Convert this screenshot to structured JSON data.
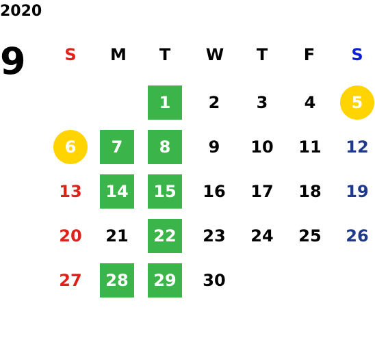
{
  "calendar": {
    "year": "2020",
    "month": "9",
    "weekdays": [
      "S",
      "M",
      "T",
      "W",
      "T",
      "F",
      "S"
    ],
    "days": [
      {
        "day": "1",
        "col": 2,
        "row": 0,
        "style": "green"
      },
      {
        "day": "2",
        "col": 3,
        "row": 0,
        "style": "normal"
      },
      {
        "day": "3",
        "col": 4,
        "row": 0,
        "style": "normal"
      },
      {
        "day": "4",
        "col": 5,
        "row": 0,
        "style": "normal"
      },
      {
        "day": "5",
        "col": 6,
        "row": 0,
        "style": "yellow"
      },
      {
        "day": "6",
        "col": 0,
        "row": 1,
        "style": "yellow"
      },
      {
        "day": "7",
        "col": 1,
        "row": 1,
        "style": "green"
      },
      {
        "day": "8",
        "col": 2,
        "row": 1,
        "style": "green"
      },
      {
        "day": "9",
        "col": 3,
        "row": 1,
        "style": "normal"
      },
      {
        "day": "10",
        "col": 4,
        "row": 1,
        "style": "normal"
      },
      {
        "day": "11",
        "col": 5,
        "row": 1,
        "style": "normal"
      },
      {
        "day": "12",
        "col": 6,
        "row": 1,
        "style": "blue"
      },
      {
        "day": "13",
        "col": 0,
        "row": 2,
        "style": "red"
      },
      {
        "day": "14",
        "col": 1,
        "row": 2,
        "style": "green"
      },
      {
        "day": "15",
        "col": 2,
        "row": 2,
        "style": "green"
      },
      {
        "day": "16",
        "col": 3,
        "row": 2,
        "style": "normal"
      },
      {
        "day": "17",
        "col": 4,
        "row": 2,
        "style": "normal"
      },
      {
        "day": "18",
        "col": 5,
        "row": 2,
        "style": "normal"
      },
      {
        "day": "19",
        "col": 6,
        "row": 2,
        "style": "blue"
      },
      {
        "day": "20",
        "col": 0,
        "row": 3,
        "style": "red"
      },
      {
        "day": "21",
        "col": 1,
        "row": 3,
        "style": "normal"
      },
      {
        "day": "22",
        "col": 2,
        "row": 3,
        "style": "green"
      },
      {
        "day": "23",
        "col": 3,
        "row": 3,
        "style": "normal"
      },
      {
        "day": "24",
        "col": 4,
        "row": 3,
        "style": "normal"
      },
      {
        "day": "25",
        "col": 5,
        "row": 3,
        "style": "normal"
      },
      {
        "day": "26",
        "col": 6,
        "row": 3,
        "style": "blue"
      },
      {
        "day": "27",
        "col": 0,
        "row": 4,
        "style": "red"
      },
      {
        "day": "28",
        "col": 1,
        "row": 4,
        "style": "green"
      },
      {
        "day": "29",
        "col": 2,
        "row": 4,
        "style": "green"
      },
      {
        "day": "30",
        "col": 3,
        "row": 4,
        "style": "normal"
      }
    ]
  },
  "colors": {
    "green": "#3bb44a",
    "yellow": "#ffd400",
    "sunday_red": "#e0201b",
    "saturday_blue": "#1f3a8a"
  }
}
